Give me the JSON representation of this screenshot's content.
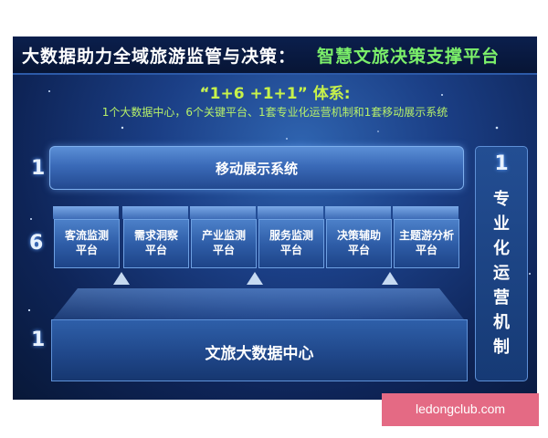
{
  "header": {
    "title": "大数据助力全域旅游监管与决策：",
    "subtitle": "智慧文旅决策支撑平台"
  },
  "formula": {
    "text": "“1+6 +1+1” 体系:",
    "description": "1个大数据中心，6个关键平台、1套专业化运营机制和1套移动展示系统"
  },
  "levels": {
    "top": "1",
    "middle": "6",
    "bottom": "1"
  },
  "mobile_system": {
    "label": "移动展示系统"
  },
  "platforms": [
    {
      "line1": "客流监测",
      "line2": "平台"
    },
    {
      "line1": "需求洞察",
      "line2": "平台"
    },
    {
      "line1": "产业监测",
      "line2": "平台"
    },
    {
      "line1": "服务监测",
      "line2": "平台"
    },
    {
      "line1": "决策辅助",
      "line2": "平台"
    },
    {
      "line1": "主题游分析",
      "line2": "平台"
    }
  ],
  "data_center": {
    "label": "文旅大数据中心"
  },
  "mechanism": {
    "number": "1",
    "label": "专业化运营机制"
  },
  "watermark": {
    "text": "ledongclub.com"
  },
  "colors": {
    "background": "#1b3f86",
    "title": "#ffffff",
    "subtitle": "#7cf06a",
    "formula": "#c7f24a",
    "watermark": "#e46a84"
  }
}
